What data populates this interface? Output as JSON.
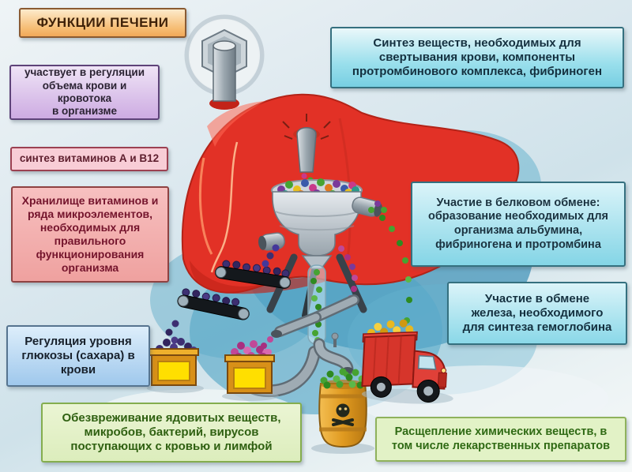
{
  "title": "ФУНКЦИИ ПЕЧЕНИ",
  "boxes": {
    "blood_volume": "участвует в регуляции\nобъема крови и кровотока\nв организме",
    "vitamin_synthesis": "синтез витаминов А и В12",
    "vitamin_storage": "Хранилище витаминов и\nряда микроэлементов,\nнеобходимых для\nправильного\nфункционирования\nорганизма",
    "glucose_regulation": "Регуляция уровня\nглюкозы (сахара) в\nкрови",
    "detoxification": "Обезвреживание ядовитых веществ,\nмикробов, бактерий, вирусов\nпоступающих с кровью и лимфой",
    "clotting_synthesis": "Синтез веществ, необходимых для\nсвертывания крови, компоненты\nпротромбинового комплекса, фибриноген",
    "protein_metabolism": "Участие в белковом обмене:\nобразование необходимых для\nорганизма альбумина,\nфибриногена и протромбина",
    "iron_metabolism": "Участие в обмене\nжелеза, необходимого\nдля синтеза гемоглобина",
    "chemical_breakdown": "Расщепление химических веществ, в\nтом числе лекарственных препаратов"
  },
  "palette": {
    "title_bg": "#f6bd74",
    "purple_box": "#cdabe2",
    "pink_box": "#f8cdd6",
    "salmon_box": "#efa19f",
    "blue_box": "#9fc8ec",
    "green_box": "#dcedbc",
    "cyan_box": "#84d5e6",
    "liver_red": "#e23126",
    "wash_blue": "#4596ba",
    "crate_yellow": "#ffdf00",
    "barrel_orange": "#e09a20",
    "truck_red": "#d6352b"
  }
}
